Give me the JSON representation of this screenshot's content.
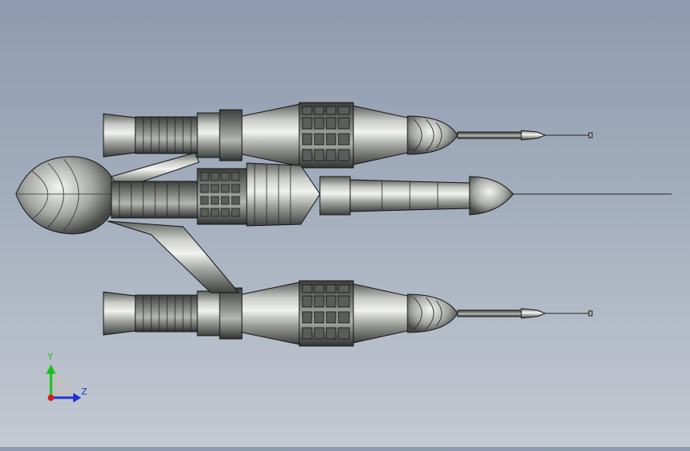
{
  "viewport": {
    "model": "spaceship-assembly",
    "colors": {
      "background_top": "#8e9bb0",
      "background_bottom": "#c4c9d2",
      "metal_light": "#e6e7e3",
      "metal_dark": "#4a4d4a",
      "edge": "#141414"
    }
  },
  "triad": {
    "y_label": "Y",
    "z_label": "Z",
    "y_color": "#19c21e",
    "z_color": "#1b33d6",
    "x_color": "#d21c1c"
  }
}
